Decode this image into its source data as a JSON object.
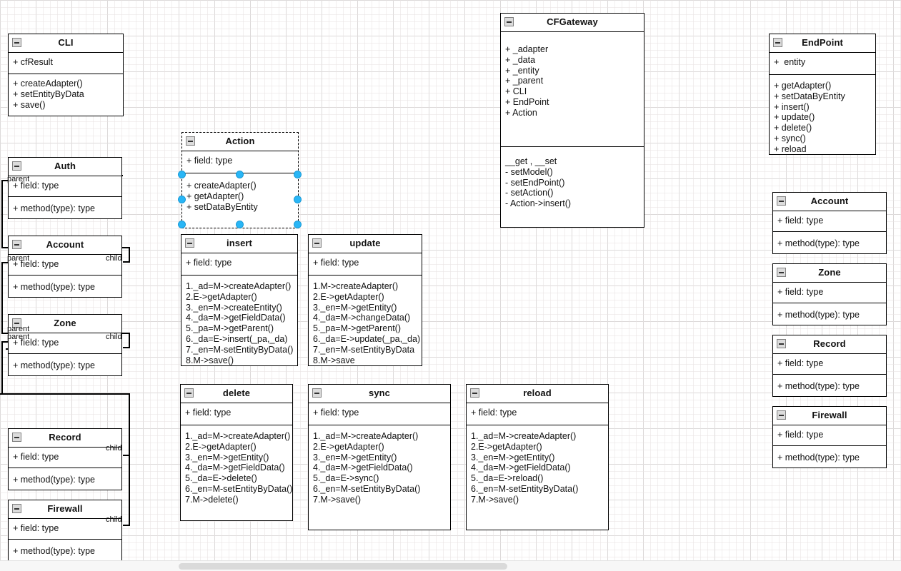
{
  "app": {
    "icons": {
      "collapse": "collapse-minus-icon"
    }
  },
  "classes": [
    {
      "id": "cli",
      "name": "CLI",
      "attributes": [
        "+ cfResult"
      ],
      "methods": [
        "+ createAdapter()",
        "+ setEntityByData",
        "+ save()"
      ]
    },
    {
      "id": "action",
      "name": "Action",
      "attributes": [
        "+ field: type"
      ],
      "methods": [
        "+ createAdapter()",
        "+ getAdapter()",
        "+ setDataByEntity"
      ],
      "selected": true
    },
    {
      "id": "cfgateway",
      "name": "CFGateway",
      "attributes": [
        "+ _adapter",
        "+ _data",
        "+ _entity",
        "+ _parent",
        "+ CLI",
        "+ EndPoint",
        "+ Action"
      ],
      "methods": [
        "__get , __set",
        "- setModel()",
        "- setEndPoint()",
        "- setAction()",
        "- Action->insert()"
      ]
    },
    {
      "id": "endpoint",
      "name": "EndPoint",
      "attributes": [
        "+  entity"
      ],
      "methods": [
        "+ getAdapter()",
        "+ setDataByEntity",
        "+ insert()",
        "+ update()",
        "+ delete()",
        "+ sync()",
        "+ reload"
      ]
    },
    {
      "id": "auth-left",
      "name": "Auth",
      "attributes": [
        "+ field: type"
      ],
      "methods": [
        "+ method(type): type"
      ]
    },
    {
      "id": "account-left",
      "name": "Account",
      "attributes": [
        "+ field: type"
      ],
      "methods": [
        "+ method(type): type"
      ]
    },
    {
      "id": "zone-left",
      "name": "Zone",
      "attributes": [
        "+ field: type"
      ],
      "methods": [
        "+ method(type): type"
      ]
    },
    {
      "id": "record-left",
      "name": "Record",
      "attributes": [
        "+ field: type"
      ],
      "methods": [
        "+ method(type): type"
      ]
    },
    {
      "id": "firewall-left",
      "name": "Firewall",
      "attributes": [
        "+ field: type"
      ],
      "methods": [
        "+ method(type): type"
      ]
    },
    {
      "id": "insert",
      "name": "insert",
      "attributes": [
        "+ field: type"
      ],
      "methods": [
        "1._ad=M->createAdapter()",
        "2.E->getAdapter()",
        "3._en=M->createEntity()",
        "4._da=M->getFieldData()",
        "5._pa=M->getParent()",
        "6._da=E->insert(_pa,_da)",
        "7._en=M-setEntityByData()",
        "8.M->save()"
      ]
    },
    {
      "id": "update",
      "name": "update",
      "attributes": [
        "+ field: type"
      ],
      "methods": [
        "1.M->createAdapter()",
        "2.E->getAdapter()",
        "3._en=M->getEntity()",
        "4._da=M->changeData()",
        "5._pa=M->getParent()",
        "6._da=E->update(_pa,_da)",
        "7._en=M-setEntityByData",
        "8.M->save"
      ]
    },
    {
      "id": "delete",
      "name": "delete",
      "attributes": [
        "+ field: type"
      ],
      "methods": [
        "1._ad=M->createAdapter()",
        "2.E->getAdapter()",
        "3._en=M->getEntity()",
        "4._da=M->getFieldData()",
        "5._da=E->delete()",
        "6._en=M-setEntityByData()",
        "7.M->delete()"
      ]
    },
    {
      "id": "sync",
      "name": "sync",
      "attributes": [
        "+ field: type"
      ],
      "methods": [
        "1._ad=M->createAdapter()",
        "2.E->getAdapter()",
        "3._en=M->getEntity()",
        "4._da=M->getFieldData()",
        "5._da=E->sync()",
        "6._en=M-setEntityByData()",
        "7.M->save()"
      ]
    },
    {
      "id": "reload",
      "name": "reload",
      "attributes": [
        "+ field: type"
      ],
      "methods": [
        "1._ad=M->createAdapter()",
        "2.E->getAdapter()",
        "3._en=M->getEntity()",
        "4._da=M->getFieldData()",
        "5._da=E->reload()",
        "6._en=M-setEntityByData()",
        "7.M->save()"
      ]
    },
    {
      "id": "account-right",
      "name": "Account",
      "attributes": [
        "+ field: type"
      ],
      "methods": [
        "+ method(type): type"
      ]
    },
    {
      "id": "zone-right",
      "name": "Zone",
      "attributes": [
        "+ field: type"
      ],
      "methods": [
        "+ method(type): type"
      ]
    },
    {
      "id": "record-right",
      "name": "Record",
      "attributes": [
        "+ field: type"
      ],
      "methods": [
        "+ method(type): type"
      ]
    },
    {
      "id": "firewall-right",
      "name": "Firewall",
      "attributes": [
        "+ field: type"
      ],
      "methods": [
        "+ method(type): type"
      ]
    }
  ],
  "edge_labels": {
    "auth_parent": "parent",
    "account_parent": "parent",
    "account_child": "child",
    "zone_parent_a": "parent",
    "zone_parent_b": "parent",
    "zone_child": "child",
    "record_child": "child",
    "firewall_child": "child"
  },
  "colors": {
    "selection": "#29b6f6",
    "box_border": "#000000",
    "grid_major": "#c6c6c6",
    "grid_minor": "#e8e2e2",
    "scrollbar_thumb": "#dadada"
  }
}
